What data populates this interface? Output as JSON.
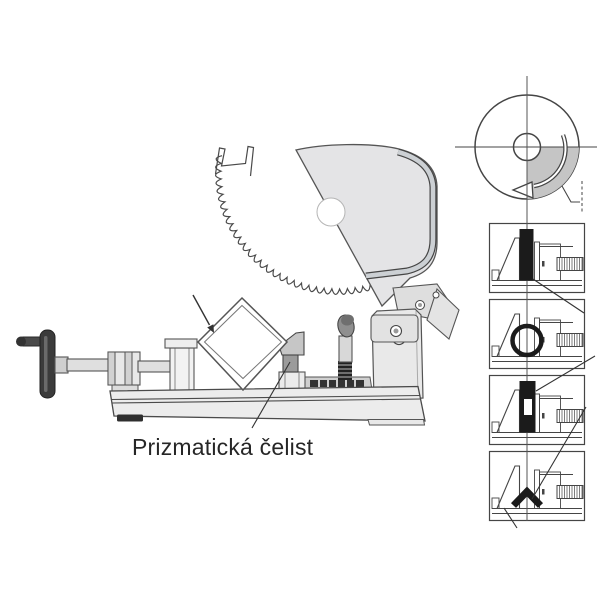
{
  "annotation": {
    "label": "Prizmatická čelist"
  },
  "rotation_diagram": {
    "direction": "clockwise",
    "shaded_quadrant": "lower-right"
  },
  "panels": [
    {
      "workpiece": "flat-bar"
    },
    {
      "workpiece": "round-tube"
    },
    {
      "workpiece": "rectangular-tube"
    },
    {
      "workpiece": "angle-profile"
    }
  ],
  "colors": {
    "outline": "#454545",
    "machine_fill": "#ececec",
    "machine_shade": "#c9c9c9",
    "guard_fill": "#e4e4e6",
    "guard_rim": "#ccd0d4",
    "shaded_gray": "#c5c5c5",
    "dark_part": "#2f2f2f",
    "workpiece_black": "#1b1b1b",
    "label_text": "#262626",
    "background": "#ffffff"
  }
}
